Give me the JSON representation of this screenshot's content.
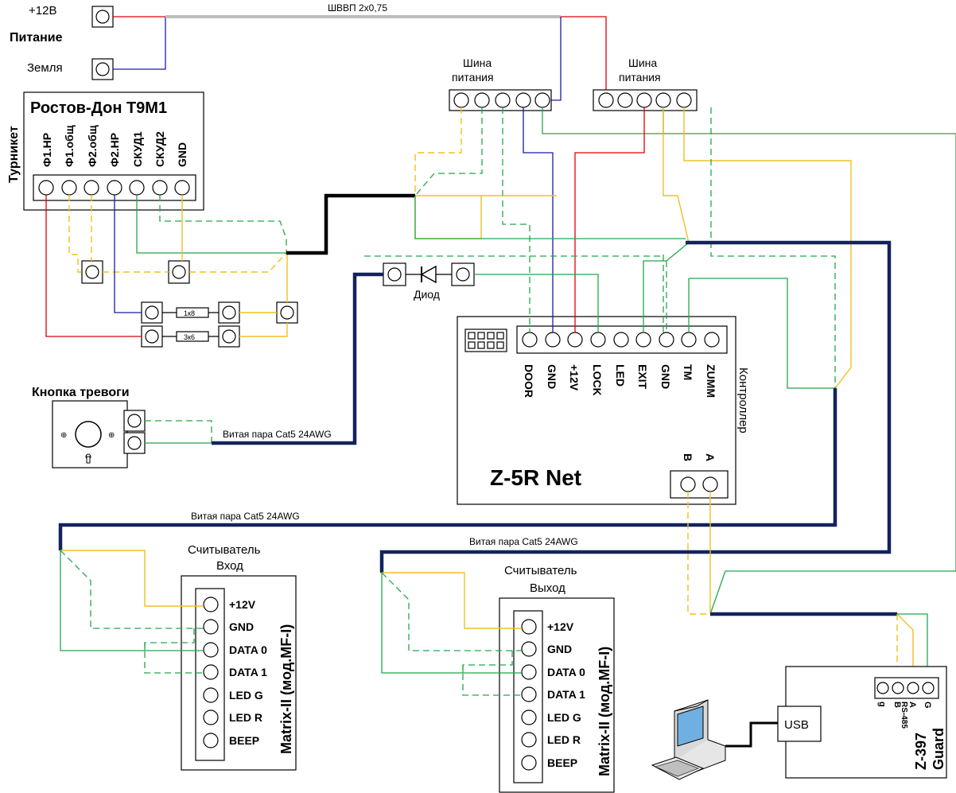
{
  "power": {
    "plus12": "+12В",
    "title": "Питание",
    "ground": "Земля",
    "cable": "ШВВП 2x0,75"
  },
  "bus1": {
    "line1": "Шина",
    "line2": "питания"
  },
  "bus2": {
    "line1": "Шина",
    "line2": "питания"
  },
  "turnstile": {
    "side_label": "Турникет",
    "title": "Ростов-Дон  Т9М1",
    "pins": [
      "Ф1.НР",
      "Ф1.общ",
      "Ф2.общ",
      "Ф2.НР",
      "СКУД1",
      "СКУД2",
      "GND"
    ]
  },
  "resistors": {
    "r1": "1к8",
    "r2": "3к6"
  },
  "diode": {
    "label": "Диод"
  },
  "alarm": {
    "title": "Кнопка тревоги",
    "cable": "Витая пара Cat5 24AWG"
  },
  "controller": {
    "name": "Z-5R Net",
    "side_label": "Контроллер",
    "pins": [
      "DOOR",
      "GND",
      "+12V",
      "LOCK",
      "LED",
      "EXIT",
      "GND",
      "TM",
      "ZUMM"
    ],
    "rs485_b": "B",
    "rs485_a": "A"
  },
  "cables": {
    "entry": "Витая пара Cat5 24AWG",
    "exit": "Витая пара Cat5 24AWG"
  },
  "reader_in": {
    "title_line1": "Считыватель",
    "title_line2": "Вход",
    "model": "Matrix-II (мод.MF-I)",
    "pins": [
      "+12V",
      "GND",
      "DATA 0",
      "DATA 1",
      "LED G",
      "LED R",
      "BEEP"
    ]
  },
  "reader_out": {
    "title_line1": "Считыватель",
    "title_line2": "Выход",
    "model": "Matrix-II (мод.MF-I)",
    "pins": [
      "+12V",
      "GND",
      "DATA 0",
      "DATA 1",
      "LED G",
      "LED R",
      "BEEP"
    ]
  },
  "guard": {
    "name_line1": "Z-397",
    "name_line2": "Guard",
    "usb": "USB",
    "pins": [
      "g",
      "B",
      "A",
      "G"
    ],
    "rs485": "RS-485"
  },
  "colors": {
    "power_plus": "#e00000",
    "power_minus": "#1a1aa8",
    "twisted_pair": "#13235c",
    "yellow_wire": "#f0c020",
    "green_wire": "#22a84a"
  },
  "icons": [
    "computer-icon",
    "diode-icon",
    "alarm-button-icon",
    "resistor-icon"
  ]
}
